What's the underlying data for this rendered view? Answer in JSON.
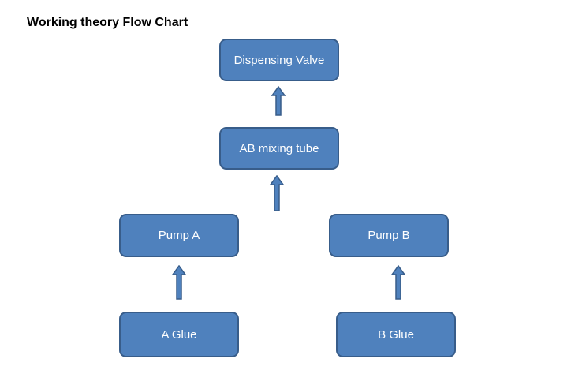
{
  "title": "Working theory Flow Chart",
  "nodes": {
    "dispensing_valve": "Dispensing Valve",
    "ab_mixing_tube": "AB mixing tube",
    "pump_a": "Pump A",
    "pump_b": "Pump B",
    "a_glue": "A Glue",
    "b_glue": "B Glue"
  },
  "colors": {
    "box_fill": "#4f81bd",
    "box_border": "#385d8a",
    "arrow_fill": "#4f81bd",
    "arrow_stroke": "#385d8a"
  }
}
